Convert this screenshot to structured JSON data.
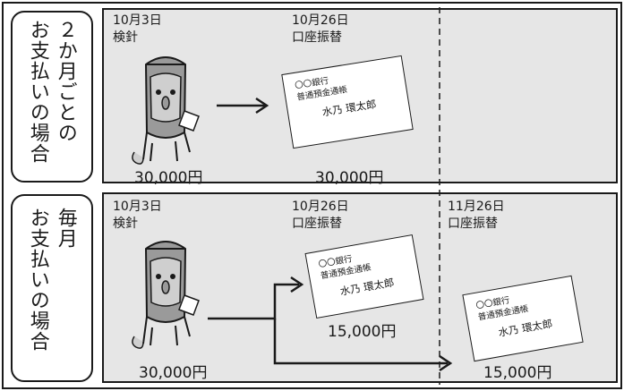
{
  "top": {
    "left_label_1": "２か月ごとの",
    "left_label_2": "お支払いの場合",
    "col1_header": "10月3日\n検針",
    "col2_header": "10月26日\n口座振替",
    "amount_left": "30,000円",
    "amount_right": "30,000円"
  },
  "bottom": {
    "left_label_1": "毎月",
    "left_label_2": "お支払いの場合",
    "col1_header": "10月3日\n検針",
    "col2_header": "10月26日\n口座振替",
    "col3_header": "11月26日\n口座振替",
    "amount_left": "30,000円",
    "amount_mid": "15,000円",
    "amount_right": "15,000円"
  },
  "card": {
    "bank": "〇〇銀行",
    "book": "普通預金通帳",
    "name": "水乃 環太郎"
  }
}
